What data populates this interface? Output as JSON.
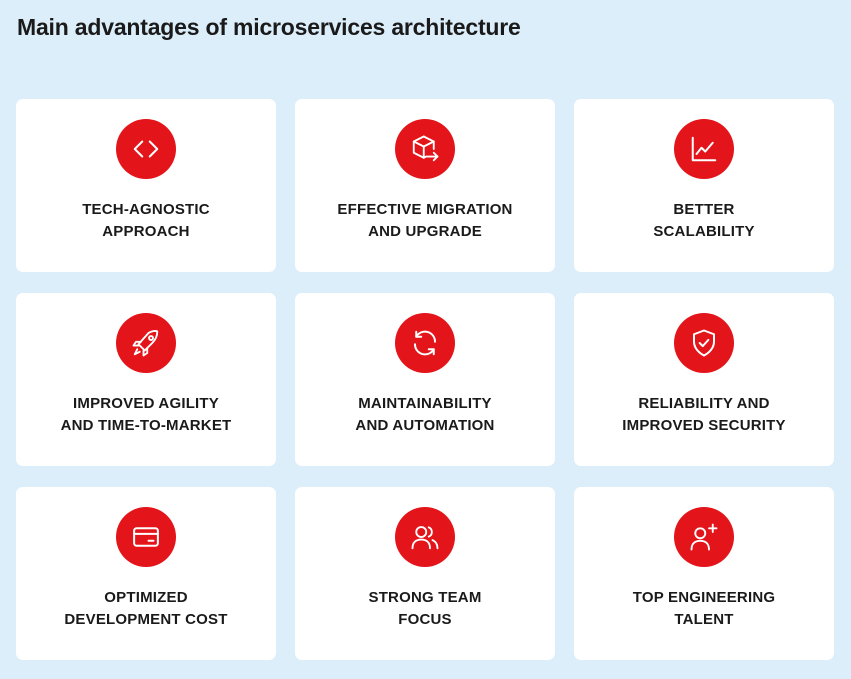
{
  "title": "Main advantages of microservices architecture",
  "colors": {
    "background": "#ddeefb",
    "card": "#ffffff",
    "accent": "#e3151a",
    "text": "#1a1a1a"
  },
  "cards": [
    {
      "icon": "code-brackets-icon",
      "line1": "TECH-AGNOSTIC",
      "line2": "APPROACH"
    },
    {
      "icon": "box-arrow-icon",
      "line1": "EFFECTIVE MIGRATION",
      "line2": "AND UPGRADE"
    },
    {
      "icon": "line-chart-icon",
      "line1": "BETTER",
      "line2": "SCALABILITY"
    },
    {
      "icon": "rocket-icon",
      "line1": "IMPROVED AGILITY",
      "line2": "AND TIME-TO-MARKET"
    },
    {
      "icon": "refresh-icon",
      "line1": "MAINTAINABILITY",
      "line2": "AND AUTOMATION"
    },
    {
      "icon": "shield-check-icon",
      "line1": "RELIABILITY AND",
      "line2": "IMPROVED SECURITY"
    },
    {
      "icon": "credit-card-icon",
      "line1": "OPTIMIZED",
      "line2": "DEVELOPMENT COST"
    },
    {
      "icon": "team-icon",
      "line1": "STRONG TEAM",
      "line2": "FOCUS"
    },
    {
      "icon": "user-plus-icon",
      "line1": "TOP ENGINEERING",
      "line2": "TALENT"
    }
  ]
}
